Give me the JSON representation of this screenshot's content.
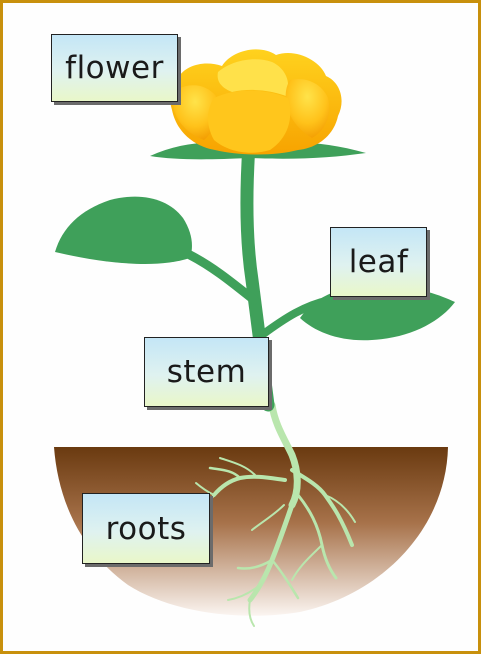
{
  "labels": {
    "flower": "flower",
    "leaf": "leaf",
    "stem": "stem",
    "roots": "roots"
  },
  "colors": {
    "frame": "#c8900c",
    "flower": "#f7a800",
    "stem": "#3fa05a",
    "leaf": "#3fa05a",
    "roots": "#b9e6ad",
    "soil_top": "#6a3a10",
    "label_fill_top": "#c4e6f6",
    "label_fill_bottom": "#e9f7c9"
  }
}
